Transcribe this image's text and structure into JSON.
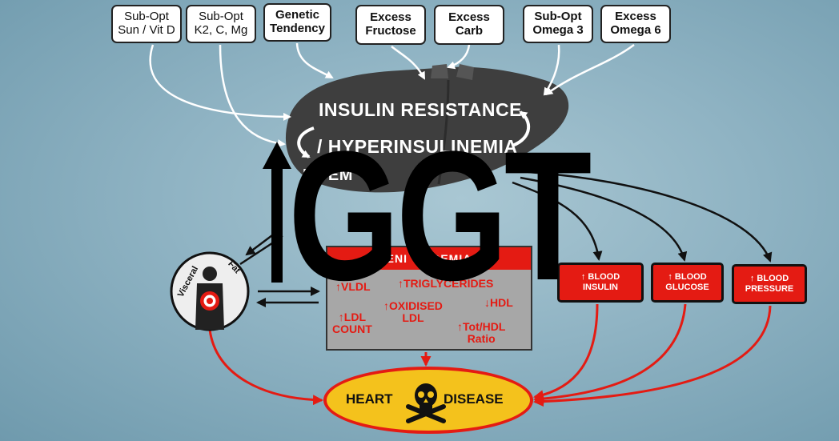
{
  "causes": [
    {
      "id": "sun",
      "lines": [
        "Sub-Opt",
        "Sun / Vit D"
      ],
      "bold": false
    },
    {
      "id": "k2",
      "lines": [
        "Sub-Opt",
        "K2, C, Mg"
      ],
      "bold": false
    },
    {
      "id": "genetic",
      "lines": [
        "Genetic",
        "Tendency"
      ],
      "bold": true
    },
    {
      "id": "fructose",
      "lines": [
        "Excess",
        "Fructose"
      ],
      "bold": true
    },
    {
      "id": "carb",
      "lines": [
        "Excess",
        "Carb"
      ],
      "bold": true
    },
    {
      "id": "omega3",
      "lines": [
        "Sub-Opt",
        "Omega 3"
      ],
      "bold": true
    },
    {
      "id": "omega6",
      "lines": [
        "Excess",
        "Omega 6"
      ],
      "bold": true
    }
  ],
  "liver": {
    "line1": "INSULIN RESISTANCE",
    "line2": "/ HYPERINSULINEMIA",
    "line3": "FA           EM"
  },
  "overlay": {
    "arrow_glyph": "↑",
    "text": "GGT"
  },
  "visceral": {
    "label1": "Visceral",
    "label2": "Fat"
  },
  "lipid": {
    "header": "  ENI     YS  DEMIA",
    "items": {
      "vldl": "↑VLDL",
      "trig": "↑TRIGLYCERIDES",
      "hdl": "↓HDL",
      "ldl_count_1": "↑LDL",
      "ldl_count_2": "COUNT",
      "oxidised_1": "↑OXIDISED",
      "oxidised_2": "LDL",
      "ratio_1": "↑Tot/HDL",
      "ratio_2": "Ratio"
    }
  },
  "outcomes": [
    {
      "id": "insulin",
      "line1": "↑ BLOOD",
      "line2": "INSULIN"
    },
    {
      "id": "glucose",
      "line1": "↑ BLOOD",
      "line2": "GLUCOSE"
    },
    {
      "id": "pressure",
      "line1": "↑ BLOOD",
      "line2": "PRESSURE"
    }
  ],
  "heart_disease": {
    "left": "HEART",
    "right": "DISEASE",
    "icon": "skull-crossbones-icon"
  },
  "colors": {
    "red": "#e41b13",
    "yellow": "#f4c21c",
    "liver": "#3e3e3e",
    "lipid_box": "#a7a7a7"
  }
}
